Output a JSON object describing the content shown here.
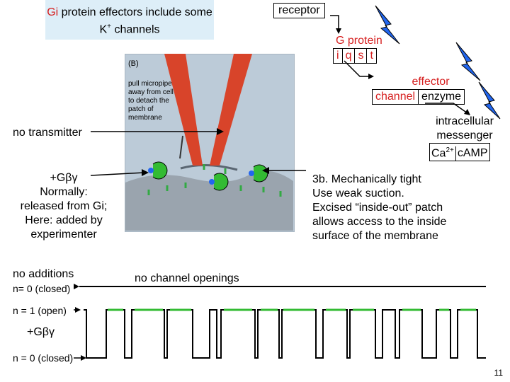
{
  "title": {
    "highlight": "Gi",
    "text": " protein effectors include some K",
    "sup": "+",
    "tail": " channels"
  },
  "cascade": {
    "receptor": "receptor",
    "g_protein": {
      "label": "G protein",
      "subunits": [
        "i",
        "q",
        "s",
        "t"
      ]
    },
    "effector": {
      "label": "effector",
      "types": [
        "channel",
        "enzyme"
      ]
    },
    "messenger": {
      "label1": "intracellular",
      "label2": "messenger",
      "types": [
        "Ca",
        "cAMP"
      ],
      "ca_sup": "2+"
    }
  },
  "photo": {
    "panel": "(B)",
    "caption": [
      "pull micropipette",
      "away from cell",
      "to detach the",
      "patch of",
      "membrane"
    ]
  },
  "labels": {
    "no_transmitter": "no transmitter",
    "gbg": "+Gβγ",
    "normally": "Normally:",
    "released": "released from Gi;",
    "here": "Here: added by",
    "experimenter": "experimenter",
    "no_additions": "no additions",
    "n0_closed_top": "n= 0 (closed)",
    "no_openings": "no channel openings",
    "n1_open": "n = 1 (open)",
    "gbg2": "+Gβγ",
    "n0_closed": "n = 0 (closed)"
  },
  "description": [
    "3b.  Mechanically tight",
    "Use weak suction.",
    "Excised “inside-out” patch",
    "allows access to the inside",
    "surface of the membrane"
  ],
  "page_number": "11",
  "colors": {
    "red": "#d62020",
    "green": "#33bb33",
    "blue": "#2266ee",
    "pipette": "#d8442a",
    "title_bg": "#ddeef8"
  }
}
